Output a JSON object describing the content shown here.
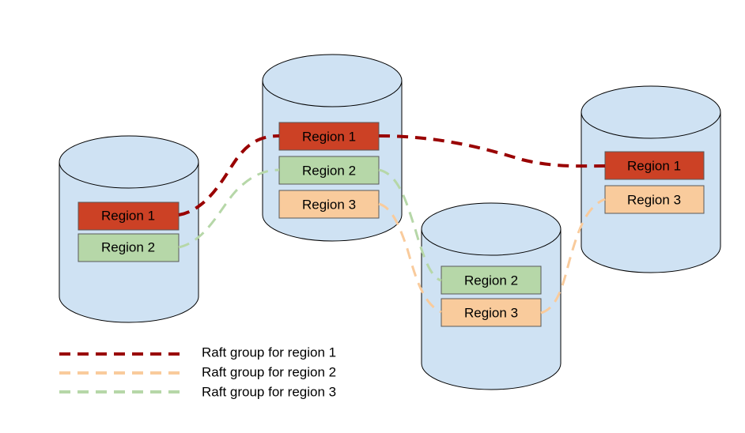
{
  "colors": {
    "region1": "#cc4125",
    "region2": "#b6d7a8",
    "region3": "#f9cb9c",
    "raft_region1": "#990000",
    "raft_region2": "#f9cb9c",
    "raft_region3": "#b6d7a8",
    "storage": "#cfe2f3"
  },
  "nodes": [
    {
      "regions": [
        {
          "label": "Region 1",
          "color": "region1"
        },
        {
          "label": "Region 2",
          "color": "region2"
        }
      ]
    },
    {
      "regions": [
        {
          "label": "Region 1",
          "color": "region1"
        },
        {
          "label": "Region 2",
          "color": "region2"
        },
        {
          "label": "Region 3",
          "color": "region3"
        }
      ]
    },
    {
      "regions": [
        {
          "label": "Region 2",
          "color": "region2"
        },
        {
          "label": "Region 3",
          "color": "region3"
        }
      ]
    },
    {
      "regions": [
        {
          "label": "Region 1",
          "color": "region1"
        },
        {
          "label": "Region 3",
          "color": "region3"
        }
      ]
    }
  ],
  "legend": [
    {
      "label": "Raft group for region 1",
      "color": "raft_region1"
    },
    {
      "label": "Raft group for region 2",
      "color": "raft_region2"
    },
    {
      "label": "Raft group for region 3",
      "color": "raft_region3"
    }
  ]
}
